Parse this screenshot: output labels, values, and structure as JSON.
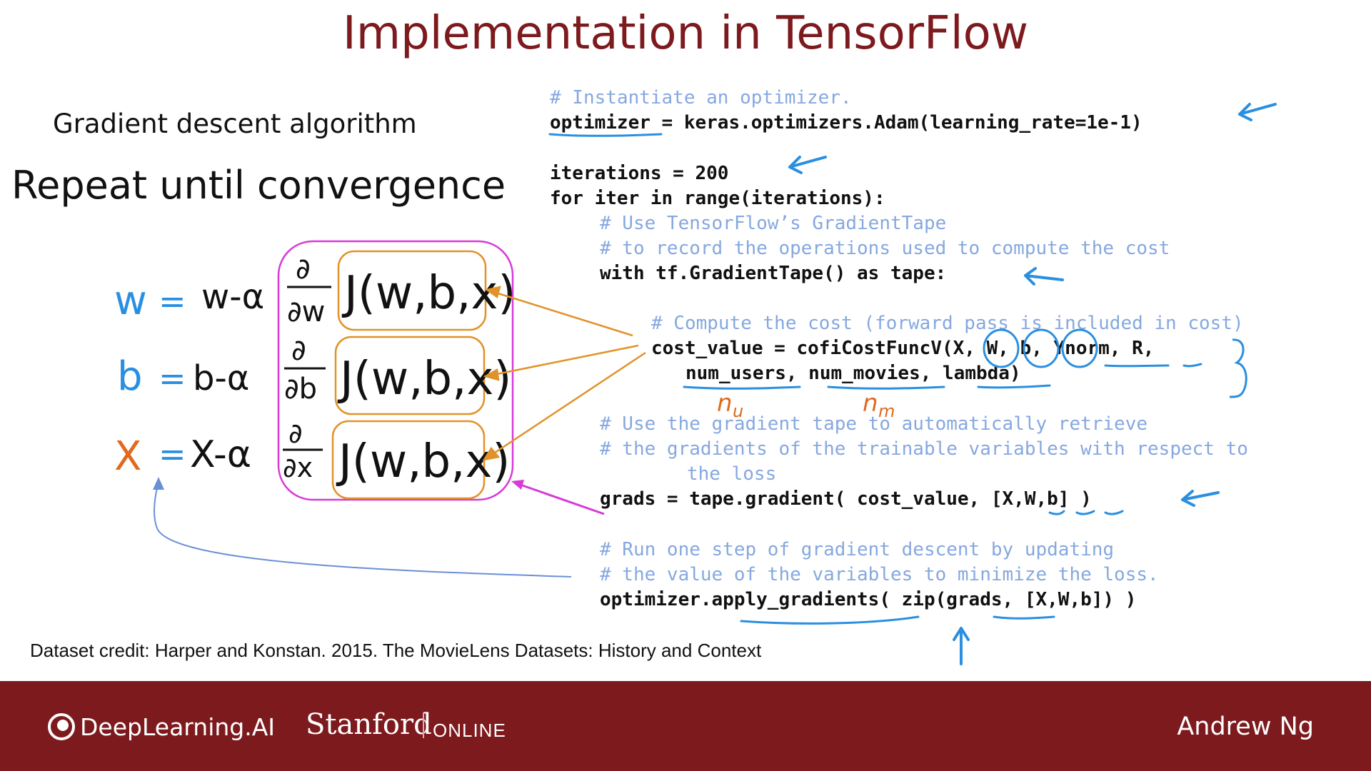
{
  "title": "Implementation in TensorFlow",
  "left": {
    "heading": "Gradient descent algorithm",
    "subheading": "Repeat until convergence",
    "equations": [
      {
        "var": "w",
        "rhs": "w-α",
        "deriv_num": "∂",
        "deriv_den": "∂w",
        "cost": "J(w,b,x)"
      },
      {
        "var": "b",
        "rhs": "b-α",
        "deriv_num": "∂",
        "deriv_den": "∂b",
        "cost": "J(w,b,x)"
      },
      {
        "var": "X",
        "rhs": "X-α",
        "deriv_num": "∂",
        "deriv_den": "∂x",
        "cost": "J(w,b,x)"
      }
    ],
    "equals": "="
  },
  "code": {
    "c1": "# Instantiate an optimizer.",
    "l1": "optimizer = keras.optimizers.Adam(learning_rate=1e-1)",
    "l2": "iterations = 200",
    "l3": "for iter in range(iterations):",
    "c2": "# Use TensorFlow’s GradientTape",
    "c3": "# to record the operations used to compute the cost",
    "l4": "with tf.GradientTape() as tape:",
    "c4": "# Compute the cost (forward pass is included in cost)",
    "l5": "cost_value = cofiCostFuncV(X, W, b, Ynorm, R,",
    "l6": "num_users, num_movies, lambda)",
    "c5": "# Use the gradient tape to automatically retrieve",
    "c6": "# the gradients of the trainable variables with respect to",
    "c7": "the loss",
    "l7": "grads = tape.gradient( cost_value, [X,W,b] )",
    "c8": "# Run one step of gradient descent by updating",
    "c9": "# the value of the variables to minimize the loss.",
    "l8": "optimizer.apply_gradients( zip(grads, [X,W,b]) )"
  },
  "annotations": {
    "nu": "n",
    "nu_sub": "u",
    "nm": "n",
    "nm_sub": "m"
  },
  "credit": "Dataset credit: Harper and Konstan. 2015. The MovieLens Datasets: History and Context",
  "footer": {
    "deeplearning": "DeepLearning.AI",
    "stanford": "Stanford",
    "online": "ONLINE",
    "author": "Andrew Ng"
  },
  "colors": {
    "title": "#7d1a1e",
    "comment": "#86a8df",
    "ink_blue": "#2a8fe0",
    "ink_orange": "#e2922a",
    "ink_magenta": "#d83ad8",
    "x_orange": "#e06a1e"
  }
}
